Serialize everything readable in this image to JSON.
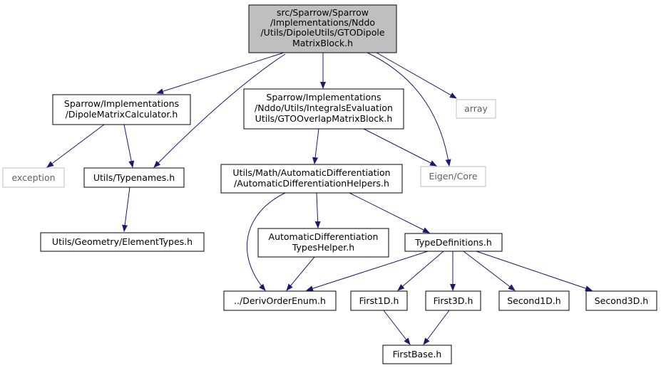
{
  "colors": {
    "edge": "#191970",
    "root_fill": "#bfbfbf",
    "node_border": "#000000",
    "external_border": "#bfbfbf",
    "external_text": "#5f5f5f"
  },
  "nodes": {
    "root": {
      "lines": [
        "src/Sparrow/Sparrow",
        "/Implementations/Nddo",
        "/Utils/DipoleUtils/GTODipole",
        "MatrixBlock.h"
      ]
    },
    "dipole_calc": {
      "lines": [
        "Sparrow/Implementations",
        "/DipoleMatrixCalculator.h"
      ]
    },
    "gto_overlap": {
      "lines": [
        "Sparrow/Implementations",
        "/Nddo/Utils/IntegralsEvaluation",
        "Utils/GTOOverlapMatrixBlock.h"
      ]
    },
    "array": {
      "lines": [
        "array"
      ]
    },
    "exception": {
      "lines": [
        "exception"
      ]
    },
    "typenames": {
      "lines": [
        "Utils/Typenames.h"
      ]
    },
    "autodiff_helpers": {
      "lines": [
        "Utils/Math/AutomaticDifferentiation",
        "/AutomaticDifferentiationHelpers.h"
      ]
    },
    "eigen_core": {
      "lines": [
        "Eigen/Core"
      ]
    },
    "element_types": {
      "lines": [
        "Utils/Geometry/ElementTypes.h"
      ]
    },
    "autodiff_types_helper": {
      "lines": [
        "AutomaticDifferentiation",
        "TypesHelper.h"
      ]
    },
    "type_definitions": {
      "lines": [
        "TypeDefinitions.h"
      ]
    },
    "deriv_order_enum": {
      "lines": [
        "../DerivOrderEnum.h"
      ]
    },
    "first1d": {
      "lines": [
        "First1D.h"
      ]
    },
    "first3d": {
      "lines": [
        "First3D.h"
      ]
    },
    "second1d": {
      "lines": [
        "Second1D.h"
      ]
    },
    "second3d": {
      "lines": [
        "Second3D.h"
      ]
    },
    "first_base": {
      "lines": [
        "FirstBase.h"
      ]
    }
  }
}
